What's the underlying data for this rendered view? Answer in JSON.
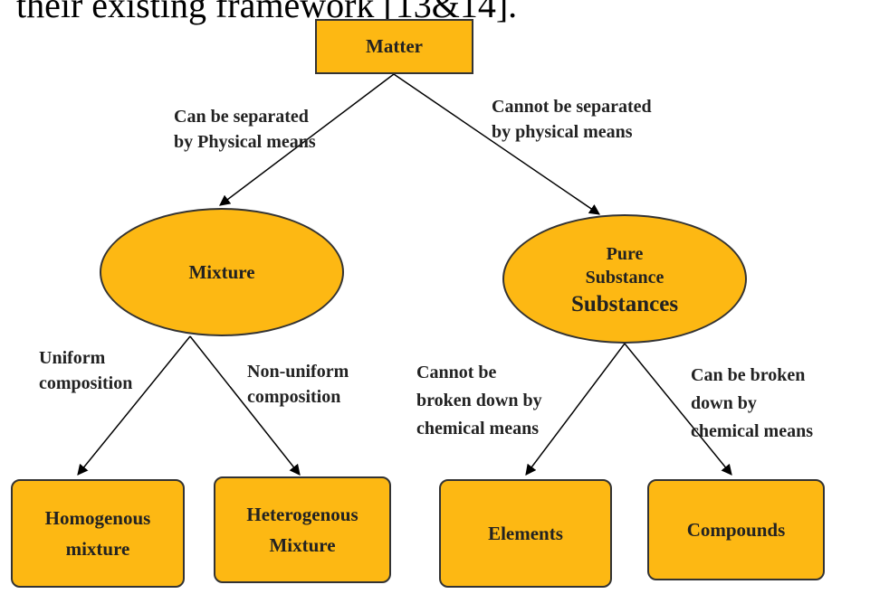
{
  "header_text": "their existing framework [13&14].",
  "colors": {
    "node_fill": "#FDB813",
    "node_border": "#333333",
    "text": "#222222",
    "edge": "#000000"
  },
  "nodes": {
    "matter": "Matter",
    "mixture": "Mixture",
    "pure_line1": "Pure\nSubstance",
    "pure_line2": "Substances",
    "homogenous": "Homogenous\nmixture",
    "heterogenous": "Heterogenous\nMixture",
    "elements": "Elements",
    "compounds": "Compounds"
  },
  "edge_labels": {
    "physical": "Can be separated\nby Physical means",
    "not_physical": "Cannot be separated\nby physical means",
    "uniform": "Uniform\ncomposition",
    "non_uniform": "Non-uniform\ncomposition",
    "not_chemical": "Cannot be\nbroken down by\nchemical means",
    "chemical": "Can be broken\ndown by\nchemical means"
  }
}
